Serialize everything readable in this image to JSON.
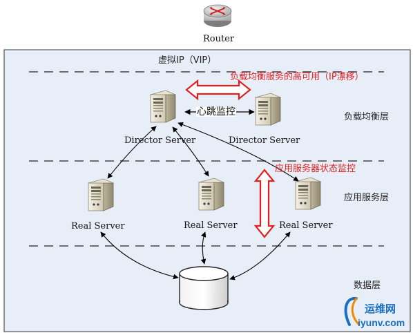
{
  "router": {
    "label": "Router"
  },
  "vip": {
    "label": "虚拟IP（VIP）"
  },
  "ha": {
    "label": "负载均衡服务的高可用（IP漂移）"
  },
  "heartbeat": {
    "label": "心跳监控"
  },
  "servers": {
    "director_primary": "Director Server",
    "director_backup": "Director Server",
    "real_1": "Real Server",
    "real_2": "Real Server",
    "real_3": "Real Server"
  },
  "monitor": {
    "label": "应用服务器状态监控"
  },
  "layers": {
    "load_balance": "负载均衡层",
    "app_service": "应用服务层",
    "data": "数据层"
  },
  "watermark": {
    "cn": "运维网",
    "url": "iyunv.com"
  },
  "colors": {
    "frame_fill": "#e8eef7",
    "accent_red": "#e02020",
    "watermark_blue": "#1a6fc0"
  }
}
